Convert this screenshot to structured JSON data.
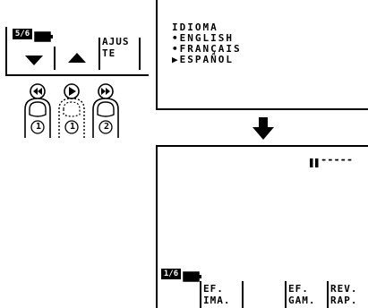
{
  "panel_top_left": {
    "page_badge": "5/6",
    "buttons": [
      {
        "icon": "down-triangle-icon"
      },
      {
        "icon": "up-triangle-icon"
      },
      {
        "label_line1": "AJUS",
        "label_line2": "TE"
      }
    ]
  },
  "fingers": [
    {
      "icon": "rewind-icon",
      "number": "1"
    },
    {
      "icon": "play-icon",
      "number": "1"
    },
    {
      "icon": "fast-forward-icon",
      "number": "2"
    }
  ],
  "menu_screen": {
    "title": "IDIOMA",
    "options": [
      {
        "marker": "•",
        "label": "ENGLISH"
      },
      {
        "marker": "•",
        "label": "FRANÇAIS"
      },
      {
        "marker": "▶",
        "label": "ESPAÑOL"
      }
    ]
  },
  "playback_screen": {
    "pause_indicator": "-----",
    "page_badge": "1/6",
    "buttons": [
      {
        "label_line1": "EF.",
        "label_line2": "IMA."
      },
      {
        "label_line1": "EF.",
        "label_line2": "GAM."
      },
      {
        "label_line1": "REV.",
        "label_line2": "RAP."
      }
    ]
  }
}
